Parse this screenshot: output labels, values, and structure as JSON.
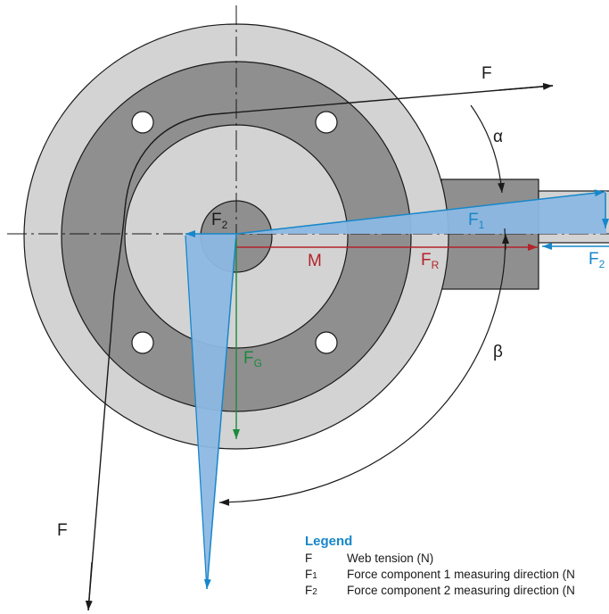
{
  "labels": {
    "f_top": "F",
    "f_left": "F",
    "alpha": "α",
    "beta": "β",
    "f1": "F",
    "f1_sub": "1",
    "f2_right": "F",
    "f2_right_sub": "2",
    "f2_center": "F",
    "f2_center_sub": "2",
    "fr": "F",
    "fr_sub": "R",
    "m": "M",
    "fg": "F",
    "fg_sub": "G"
  },
  "legend": {
    "title": "Legend",
    "rows": [
      {
        "symbol": "F",
        "symbol_sub": "",
        "text": "Web tension (N)"
      },
      {
        "symbol": "F",
        "symbol_sub": "1",
        "text": "Force component 1 measuring direction (N"
      },
      {
        "symbol": "F",
        "symbol_sub": "2",
        "text": "Force component 2 measuring direction (N"
      }
    ]
  },
  "colors": {
    "outer_disk": "#d3d3d3",
    "ring": "#8f8f8f",
    "inner_disk": "#d3d3d3",
    "bracket": "#8f8f8f",
    "force_triangle": "#8db8e3",
    "force_blue": "#1787c9",
    "moment_red": "#b3242b",
    "gravity_green": "#1b8a3c",
    "legend_title": "#1787c9"
  }
}
